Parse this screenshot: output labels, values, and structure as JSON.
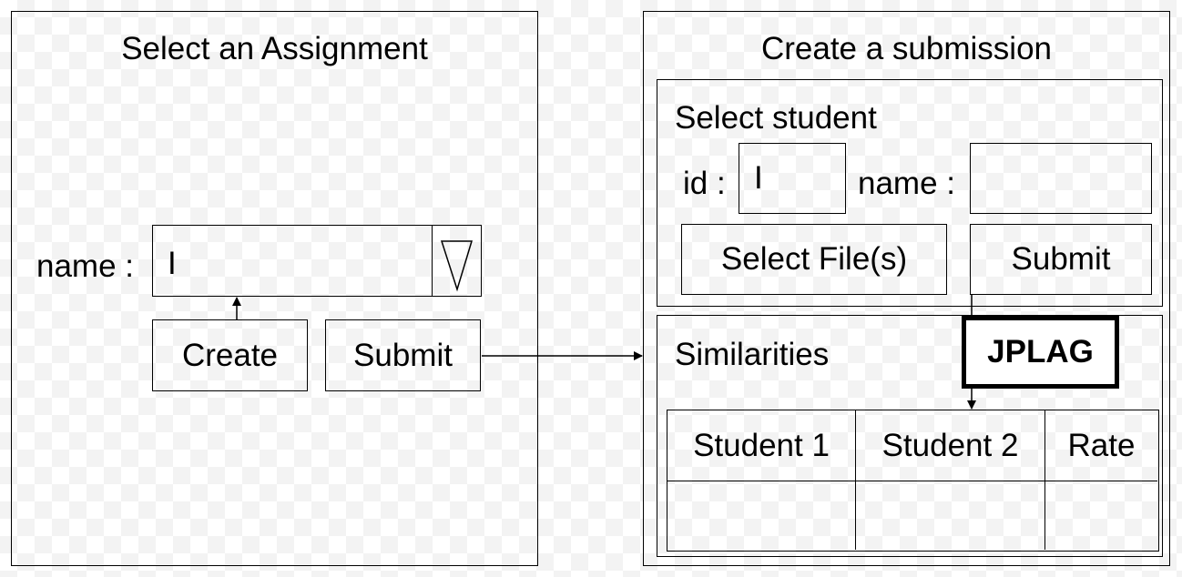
{
  "left_panel": {
    "title": "Select an Assignment",
    "name_label": "name :",
    "name_value": "I",
    "dropdown_icon": "triangle-down-icon",
    "create_label": "Create",
    "submit_label": "Submit"
  },
  "right_panel": {
    "title": "Create a submission",
    "student_section": {
      "title": "Select student",
      "id_label": "id :",
      "id_value": "I",
      "name_label": "name :",
      "name_value": "",
      "select_files_label": "Select File(s)",
      "submit_label": "Submit"
    },
    "similarities_section": {
      "title": "Similarities",
      "jplag_label": "JPLAG",
      "table": {
        "headers": [
          "Student 1",
          "Student 2",
          "Rate"
        ],
        "rows": [
          [
            "",
            "",
            ""
          ]
        ]
      }
    }
  }
}
